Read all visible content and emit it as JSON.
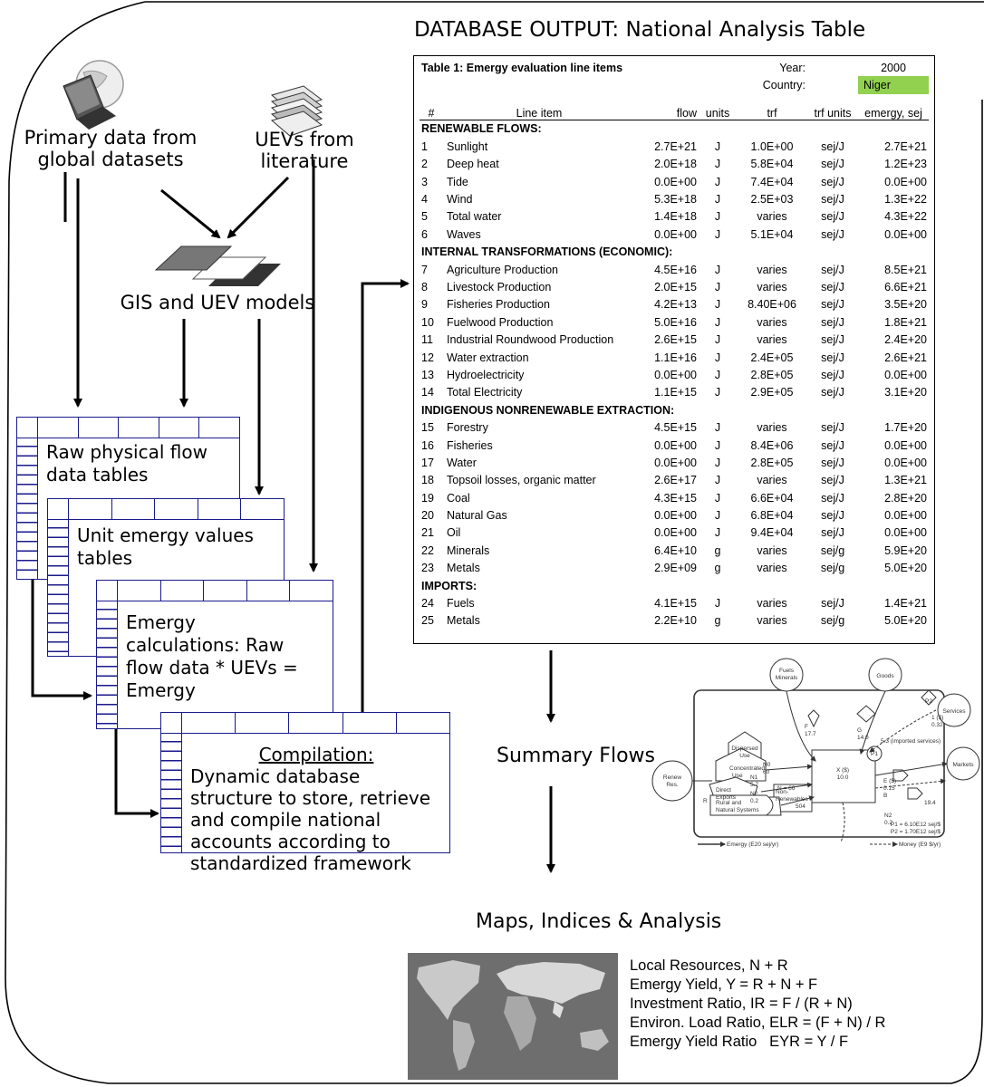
{
  "heading": "DATABASE OUTPUT: National Analysis Table",
  "sources": {
    "primary": [
      "Primary data from",
      "global datasets"
    ],
    "uevs": [
      "UEVs from",
      "literature"
    ]
  },
  "gis_label": "GIS and UEV models",
  "boxes": {
    "raw": [
      "Raw physical flow",
      "data tables"
    ],
    "unit": [
      "Unit emergy values",
      "tables"
    ],
    "emergy": [
      "Emergy",
      "calculations: Raw",
      "flow data * UEVs =",
      "Emergy"
    ],
    "compilation_title": "Compilation:",
    "compilation": [
      "Dynamic database",
      "structure to store, retrieve",
      "and compile national",
      "accounts according to",
      "standardized framework"
    ]
  },
  "summary_label": "Summary Flows",
  "maps_label": "Maps, Indices & Analysis",
  "indices": [
    "Local Resources, N + R",
    "Emergy Yield, Y = R + N + F",
    "Investment Ratio, IR = F / (R + N)",
    "Environ. Load Ratio, ELR = (F + N) / R",
    "Emergy Yield Ratio   EYR = Y / F"
  ],
  "table": {
    "title": "Table 1: Emergy evaluation line items",
    "year_label": "Year:",
    "year": "2000",
    "country_label": "Country:",
    "country": "Niger",
    "columns": [
      "#",
      "Line item",
      "flow",
      "units",
      "trf",
      "trf units",
      "emergy, sej"
    ],
    "rows": [
      {
        "section": "RENEWABLE FLOWS:"
      },
      {
        "n": "1",
        "item": "Sunlight",
        "flow": "2.7E+21",
        "units": "J",
        "trf": "1.0E+00",
        "tu": "sej/J",
        "em": "2.7E+21"
      },
      {
        "n": "2",
        "item": "Deep heat",
        "flow": "2.0E+18",
        "units": "J",
        "trf": "5.8E+04",
        "tu": "sej/J",
        "em": "1.2E+23"
      },
      {
        "n": "3",
        "item": "Tide",
        "flow": "0.0E+00",
        "units": "J",
        "trf": "7.4E+04",
        "tu": "sej/J",
        "em": "0.0E+00"
      },
      {
        "n": "4",
        "item": "Wind",
        "flow": "5.3E+18",
        "units": "J",
        "trf": "2.5E+03",
        "tu": "sej/J",
        "em": "1.3E+22"
      },
      {
        "n": "5",
        "item": "Total water",
        "flow": "1.4E+18",
        "units": "J",
        "trf": "varies",
        "tu": "sej/J",
        "em": "4.3E+22"
      },
      {
        "n": "6",
        "item": "Waves",
        "flow": "0.0E+00",
        "units": "J",
        "trf": "5.1E+04",
        "tu": "sej/J",
        "em": "0.0E+00"
      },
      {
        "section": "INTERNAL TRANSFORMATIONS (ECONOMIC):"
      },
      {
        "n": "7",
        "item": "Agriculture Production",
        "flow": "4.5E+16",
        "units": "J",
        "trf": "varies",
        "tu": "sej/J",
        "em": "8.5E+21"
      },
      {
        "n": "8",
        "item": "Livestock Production",
        "flow": "2.0E+15",
        "units": "J",
        "trf": "varies",
        "tu": "sej/J",
        "em": "6.6E+21"
      },
      {
        "n": "9",
        "item": "Fisheries Production",
        "flow": "4.2E+13",
        "units": "J",
        "trf": "8.40E+06",
        "tu": "sej/J",
        "em": "3.5E+20"
      },
      {
        "n": "10",
        "item": "Fuelwood Production",
        "flow": "5.0E+16",
        "units": "J",
        "trf": "varies",
        "tu": "sej/J",
        "em": "1.8E+21"
      },
      {
        "n": "11",
        "item": "Industrial Roundwood Production",
        "flow": "2.6E+15",
        "units": "J",
        "trf": "varies",
        "tu": "sej/J",
        "em": "2.4E+20"
      },
      {
        "n": "12",
        "item": "Water extraction",
        "flow": "1.1E+16",
        "units": "J",
        "trf": "2.4E+05",
        "tu": "sej/J",
        "em": "2.6E+21"
      },
      {
        "n": "13",
        "item": "Hydroelectricity",
        "flow": "0.0E+00",
        "units": "J",
        "trf": "2.8E+05",
        "tu": "sej/J",
        "em": "0.0E+00"
      },
      {
        "n": "14",
        "item": "Total Electricity",
        "flow": "1.1E+15",
        "units": "J",
        "trf": "2.9E+05",
        "tu": "sej/J",
        "em": "3.1E+20"
      },
      {
        "section": "INDIGENOUS NONRENEWABLE EXTRACTION:"
      },
      {
        "n": "15",
        "item": "Forestry",
        "flow": "4.5E+15",
        "units": "J",
        "trf": "varies",
        "tu": "sej/J",
        "em": "1.7E+20"
      },
      {
        "n": "16",
        "item": "Fisheries",
        "flow": "0.0E+00",
        "units": "J",
        "trf": "8.4E+06",
        "tu": "sej/J",
        "em": "0.0E+00"
      },
      {
        "n": "17",
        "item": "Water",
        "flow": "0.0E+00",
        "units": "J",
        "trf": "2.8E+05",
        "tu": "sej/J",
        "em": "0.0E+00"
      },
      {
        "n": "18",
        "item": "Topsoil losses, organic matter",
        "flow": "2.6E+17",
        "units": "J",
        "trf": "varies",
        "tu": "sej/J",
        "em": "1.3E+21"
      },
      {
        "n": "19",
        "item": "Coal",
        "flow": "4.3E+15",
        "units": "J",
        "trf": "6.6E+04",
        "tu": "sej/J",
        "em": "2.8E+20"
      },
      {
        "n": "20",
        "item": "Natural Gas",
        "flow": "0.0E+00",
        "units": "J",
        "trf": "6.8E+04",
        "tu": "sej/J",
        "em": "0.0E+00"
      },
      {
        "n": "21",
        "item": "Oil",
        "flow": "0.0E+00",
        "units": "J",
        "trf": "9.4E+04",
        "tu": "sej/J",
        "em": "0.0E+00"
      },
      {
        "n": "22",
        "item": "Minerals",
        "flow": "6.4E+10",
        "units": "g",
        "trf": "varies",
        "tu": "sej/g",
        "em": "5.9E+20"
      },
      {
        "n": "23",
        "item": "Metals",
        "flow": "2.9E+09",
        "units": "g",
        "trf": "varies",
        "tu": "sej/g",
        "em": "5.0E+20"
      },
      {
        "section": "IMPORTS:"
      },
      {
        "n": "24",
        "item": "Fuels",
        "flow": "4.1E+15",
        "units": "J",
        "trf": "varies",
        "tu": "sej/J",
        "em": "1.4E+21"
      },
      {
        "n": "25",
        "item": "Metals",
        "flow": "2.2E+10",
        "units": "g",
        "trf": "varies",
        "tu": "sej/g",
        "em": "5.0E+20"
      }
    ]
  },
  "system_diagram": {
    "sources": [
      "Fuels Minerals",
      "Goods",
      "P2",
      "Services",
      "Markets",
      "Renew Res."
    ],
    "labels": [
      "Dispersed Use",
      "Concentrated Use",
      "Direct Exports",
      "Non-Renewables",
      "Rural and Natural Systems",
      "X ($)",
      "P1",
      "F",
      "G",
      "N0",
      "N1",
      "N2",
      "R",
      "I",
      "E",
      "B"
    ],
    "values": [
      "17.7",
      "14.0",
      "10.0",
      "0.15",
      "0.32",
      "5.3 (imported services)",
      "60",
      "5.7",
      "0.2",
      "N = 66",
      "504",
      "19.4"
    ],
    "price_notes": [
      "P1 = 6.10E12 sej/$",
      "P2 = 1.70E12 sej/$"
    ],
    "legend": [
      "Emergy (E20 sej/yr)",
      "Money (E9 $/yr)"
    ]
  }
}
